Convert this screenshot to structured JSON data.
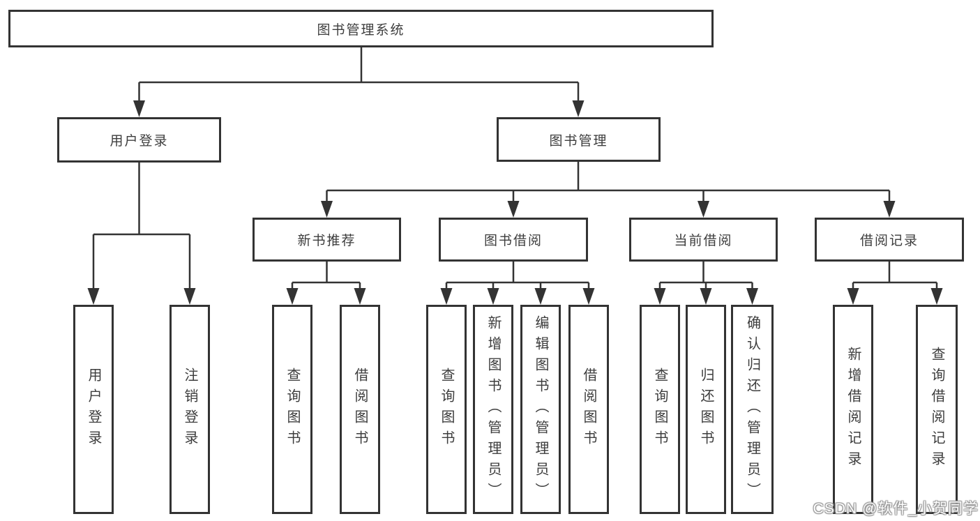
{
  "colors": {
    "line": "#333333",
    "text": "#3d3d3d",
    "background": "#ffffff",
    "watermark_fill": "#ffffff",
    "watermark_outline": "#979797"
  },
  "watermark": "CSDN @软件_小贺同学",
  "diagram": {
    "root": {
      "label": "图书管理系统"
    },
    "user_login": {
      "label": "用户登录",
      "children": [
        {
          "label": "用户登录"
        },
        {
          "label": "注销登录"
        }
      ]
    },
    "book_mgmt": {
      "label": "图书管理",
      "groups": [
        {
          "label": "新书推荐",
          "children": [
            {
              "label": "查询图书"
            },
            {
              "label": "借阅图书"
            }
          ]
        },
        {
          "label": "图书借阅",
          "children": [
            {
              "label": "查询图书"
            },
            {
              "label": "新增图书（管理员）"
            },
            {
              "label": "编辑图书（管理员）"
            },
            {
              "label": "借阅图书"
            }
          ]
        },
        {
          "label": "当前借阅",
          "children": [
            {
              "label": "查询图书"
            },
            {
              "label": "归还图书"
            },
            {
              "label": "确认归还（管理员）"
            }
          ]
        },
        {
          "label": "借阅记录",
          "children": [
            {
              "label": "新增借阅记录"
            },
            {
              "label": "查询借阅记录"
            }
          ]
        }
      ]
    }
  }
}
